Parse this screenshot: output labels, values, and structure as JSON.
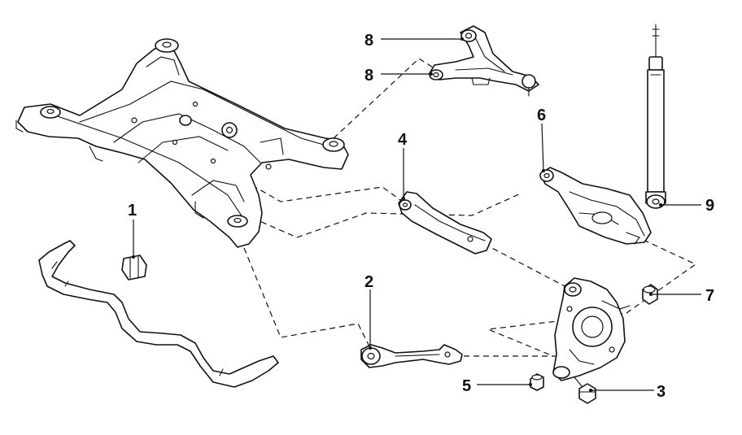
{
  "callouts": {
    "c1": "1",
    "c2": "2",
    "c3": "3",
    "c4": "4",
    "c5": "5",
    "c6": "6",
    "c7": "7",
    "c8a": "8",
    "c8b": "8",
    "c9": "9"
  },
  "line_color": "#111111",
  "background": "#ffffff"
}
